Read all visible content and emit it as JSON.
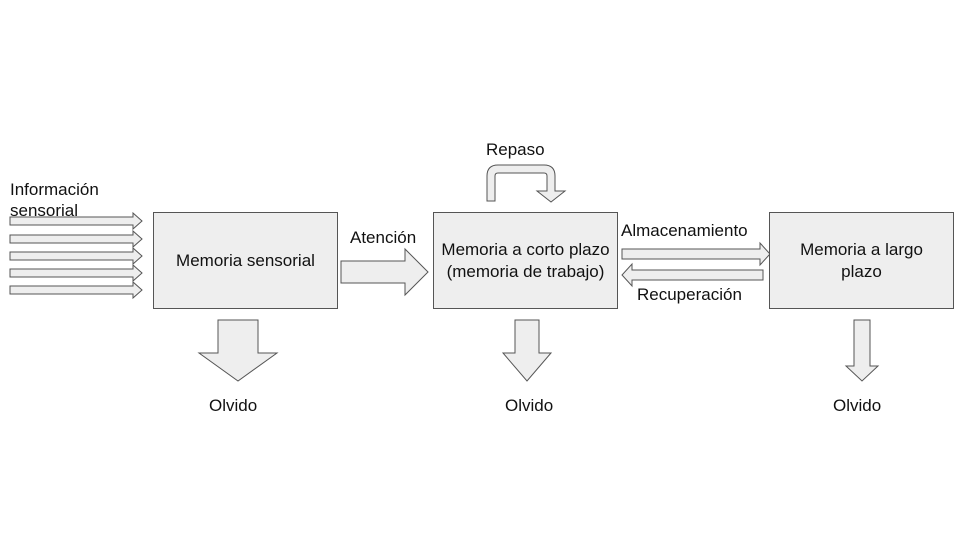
{
  "input_label": "Información sensorial",
  "input_label_line1": "Información",
  "input_label_line2": "sensorial",
  "boxes": {
    "sensory": "Memoria sensorial",
    "short_term": "Memoria a corto plazo (memoria de trabajo)",
    "long_term": "Memoria a largo plazo"
  },
  "arrows": {
    "attention": "Atención",
    "rehearsal": "Repaso",
    "storage": "Almacenamiento",
    "retrieval": "Recuperación"
  },
  "forgetting": {
    "sensory": "Olvido",
    "short_term": "Olvido",
    "long_term": "Olvido"
  },
  "colors": {
    "fill": "#eeeeee",
    "stroke": "#555555"
  }
}
